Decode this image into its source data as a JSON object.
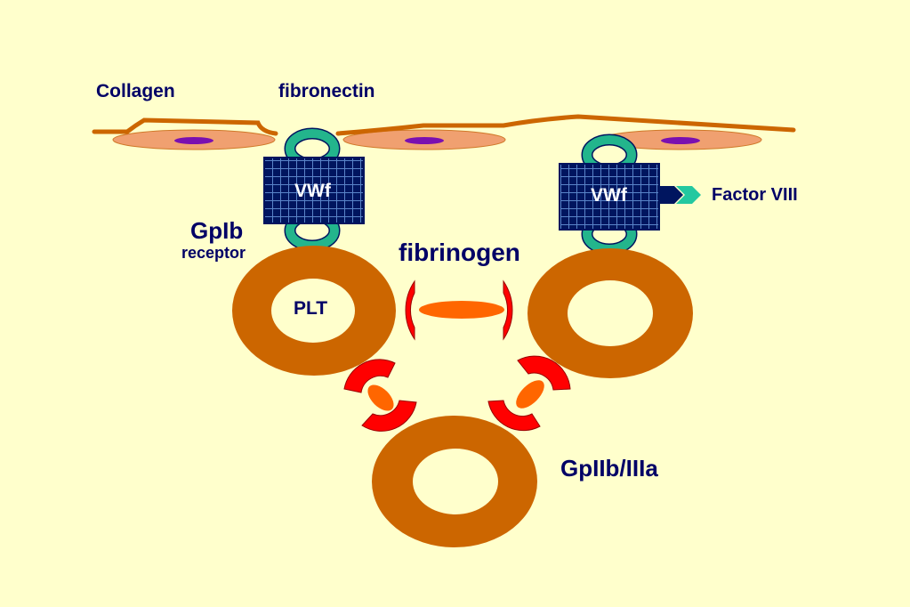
{
  "diagram": {
    "labels": {
      "collagen": "Collagen",
      "fibronectin": "fibronectin",
      "vwf_left": "VWf",
      "vwf_right": "VWf",
      "factor_viii": "Factor VIII",
      "gpib": "GpIb",
      "receptor": "receptor",
      "fibrinogen": "fibrinogen",
      "plt": "PLT",
      "gpiib_iiia": "GpIIb/IIIa"
    },
    "colors": {
      "background": "#ffffcc",
      "collagen_fiber": "#cc6600",
      "endothelial_cell": "#f0a070",
      "nucleus": "#7a10b0",
      "platelet": "#cc6600",
      "vwf_block": "#00155f",
      "receptor_ring": "#23b58c",
      "gpiib_iiia_clamp": "#ff0000",
      "fibrinogen": "#ff6600",
      "factor_viii_arrow": "#00155f",
      "factor_viii_tip": "#23c8a0",
      "text": "#000066"
    }
  }
}
